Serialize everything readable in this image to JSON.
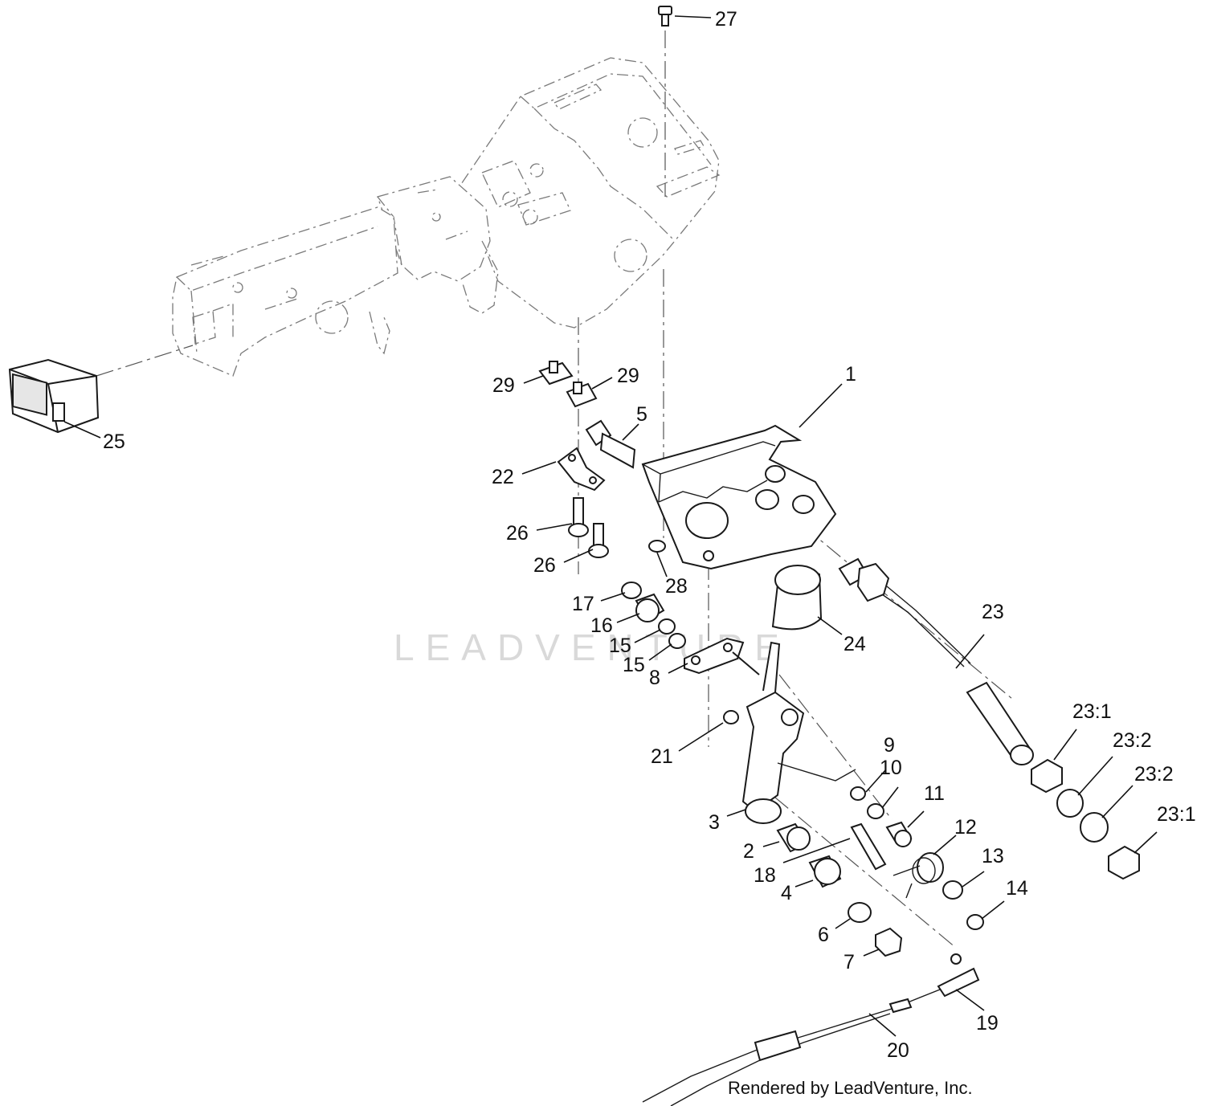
{
  "callouts": {
    "p27": "27",
    "p29a": "29",
    "p29b": "29",
    "p1": "1",
    "p5": "5",
    "p25": "25",
    "p22": "22",
    "p26a": "26",
    "p26b": "26",
    "p28": "28",
    "p17": "17",
    "p16": "16",
    "p15a": "15",
    "p15b": "15",
    "p8": "8",
    "p24": "24",
    "p23": "23",
    "p21": "21",
    "p9": "9",
    "p10": "10",
    "p11": "11",
    "p12": "12",
    "p13": "13",
    "p14": "14",
    "p3": "3",
    "p2": "2",
    "p18": "18",
    "p4": "4",
    "p6": "6",
    "p7": "7",
    "p19": "19",
    "p20": "20",
    "p23_1a": "23:1",
    "p23_2a": "23:2",
    "p23_2b": "23:2",
    "p23_1b": "23:1"
  },
  "watermark": "LEADVENTURE",
  "credit": "Rendered by LeadVenture, Inc."
}
